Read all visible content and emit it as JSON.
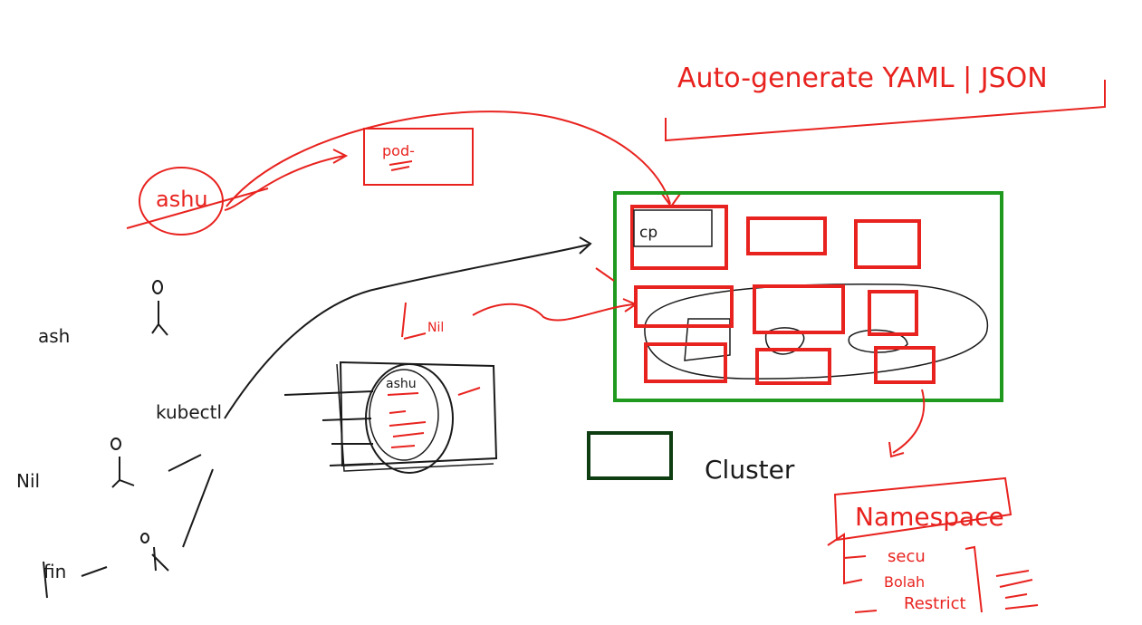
{
  "colors": {
    "ink": "#1a1a1a",
    "red": "#e8231f",
    "green": "#1f9a1f",
    "dark_green": "#0f3d12"
  },
  "title": {
    "text": "Auto-generate  YAML | JSON"
  },
  "users": {
    "first": "ash",
    "second": "Nil",
    "third": "fin",
    "cli": "kubectl"
  },
  "circled_user": "ashu",
  "pod_box": {
    "label": "pod-"
  },
  "cluster": {
    "first_box": "cp",
    "nil_arrow_label": "Nil"
  },
  "legend": {
    "cluster_label": "Cluster"
  },
  "namespace": {
    "title": "Namespace",
    "items": [
      "secu",
      "Bolah",
      "Restrict"
    ]
  },
  "middle_box": {
    "label": "ashu"
  }
}
